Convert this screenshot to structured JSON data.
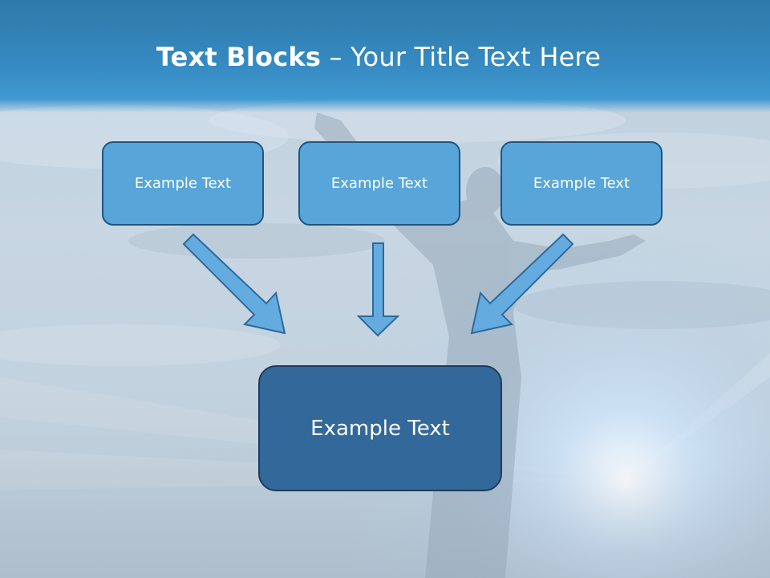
{
  "title": {
    "bold_part": "Text Blocks",
    "separator": " – ",
    "regular_part": "Your Title Text Here"
  },
  "boxes": {
    "top": [
      {
        "text": "Example Text"
      },
      {
        "text": "Example Text"
      },
      {
        "text": "Example Text"
      }
    ],
    "bottom": {
      "text": "Example Text"
    }
  },
  "colors": {
    "header_band": "#3589c0",
    "small_box_fill": "#57a5d9",
    "small_box_border": "#22557f",
    "large_box_fill": "#33689a",
    "large_box_border": "#1d3b5c",
    "arrow_fill": "#64ace0",
    "arrow_stroke": "#2c6a9b"
  },
  "background": {
    "description_icon": "silhouette-person-sky-photo"
  }
}
